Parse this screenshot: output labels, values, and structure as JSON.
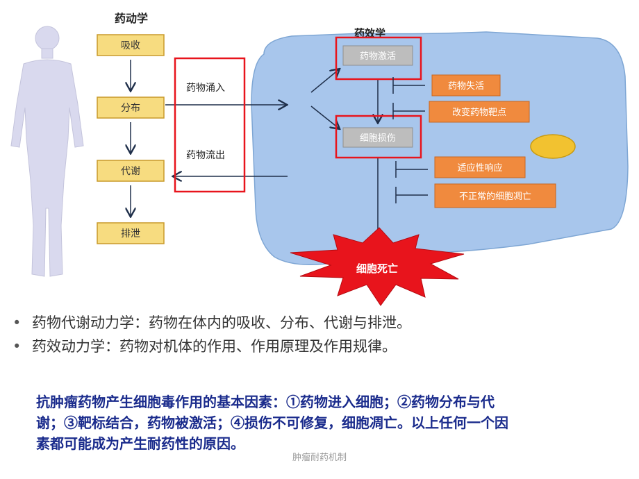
{
  "diagram": {
    "pk_title": "药动学",
    "pk_steps": [
      "吸收",
      "分布",
      "代谢",
      "排泄"
    ],
    "influx_label": "药物涌入",
    "efflux_label": "药物流出",
    "pd_title": "药效学",
    "activation_label": "药物激活",
    "damage_label": "细胞损伤",
    "inhibitors": [
      "药物失活",
      "改变药物靶点",
      "适应性响应",
      "不正常的细胞凋亡"
    ],
    "death_label": "细胞死亡"
  },
  "bullets": [
    "药物代谢动力学：药物在体内的吸收、分布、代谢与排泄。",
    "药效动力学：药物对机体的作用、作用原理及作用规律。"
  ],
  "summary": "抗肿瘤药物产生细胞毒作用的基本因素：①药物进入细胞；②药物分布与代谢；③靶标结合，药物被激活；④损伤不可修复，细胞凋亡。以上任何一个因素都可能成为产生耐药性的原因。",
  "footer": "肿瘤耐药机制",
  "colors": {
    "pk_box": "#f7dc80",
    "cell": "#a8c6ec",
    "inhibitor_box": "#f08a3e",
    "grey_box": "#bdbdbd",
    "highlight": "#e8141c",
    "summary_text": "#1a2b8c"
  }
}
